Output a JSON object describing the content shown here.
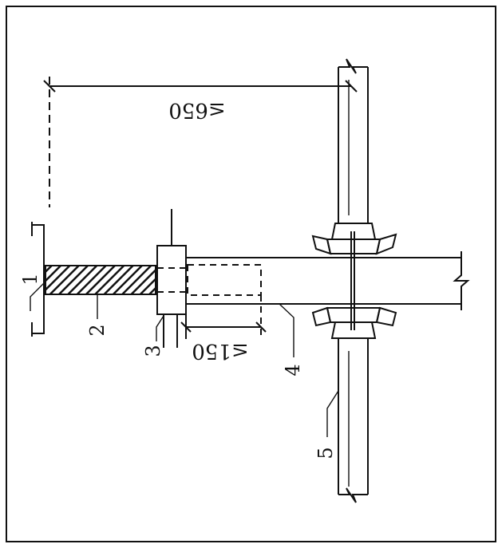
{
  "dimensions": {
    "top": "≤650",
    "bottom": "≤150"
  },
  "labels": {
    "l1": "1",
    "l2": "2",
    "l3": "3",
    "l4": "4",
    "l5": "5"
  },
  "colors": {
    "ink": "#111111",
    "hatch": "#111111",
    "background": "#ffffff"
  }
}
